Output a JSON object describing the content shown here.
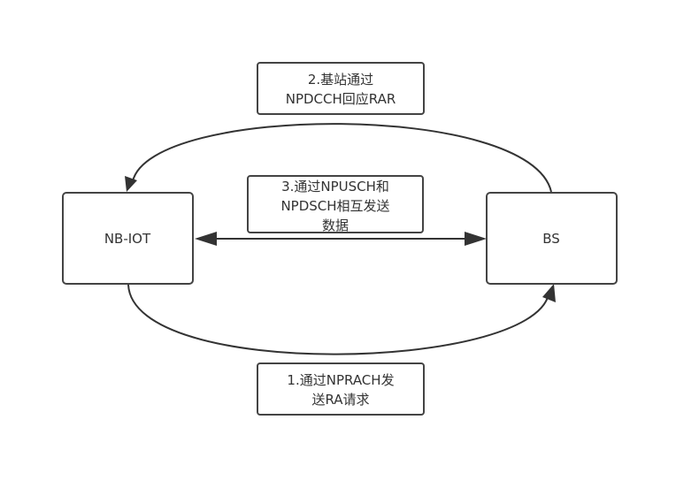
{
  "nodes": {
    "left": {
      "label": "NB-IOT"
    },
    "right": {
      "label": "BS"
    }
  },
  "steps": {
    "request": {
      "line1": "1.通过NPRACH发",
      "line2": "送RA请求"
    },
    "response": {
      "line1": "2.基站通过",
      "line2": "NPDCCH回应RAR"
    },
    "data": {
      "line1": "3.通过NPUSCH和",
      "line2": "NPDSCH相互发送",
      "line3": "数据"
    }
  },
  "colors": {
    "stroke": "#333333",
    "text": "#333333",
    "background": "#ffffff"
  }
}
